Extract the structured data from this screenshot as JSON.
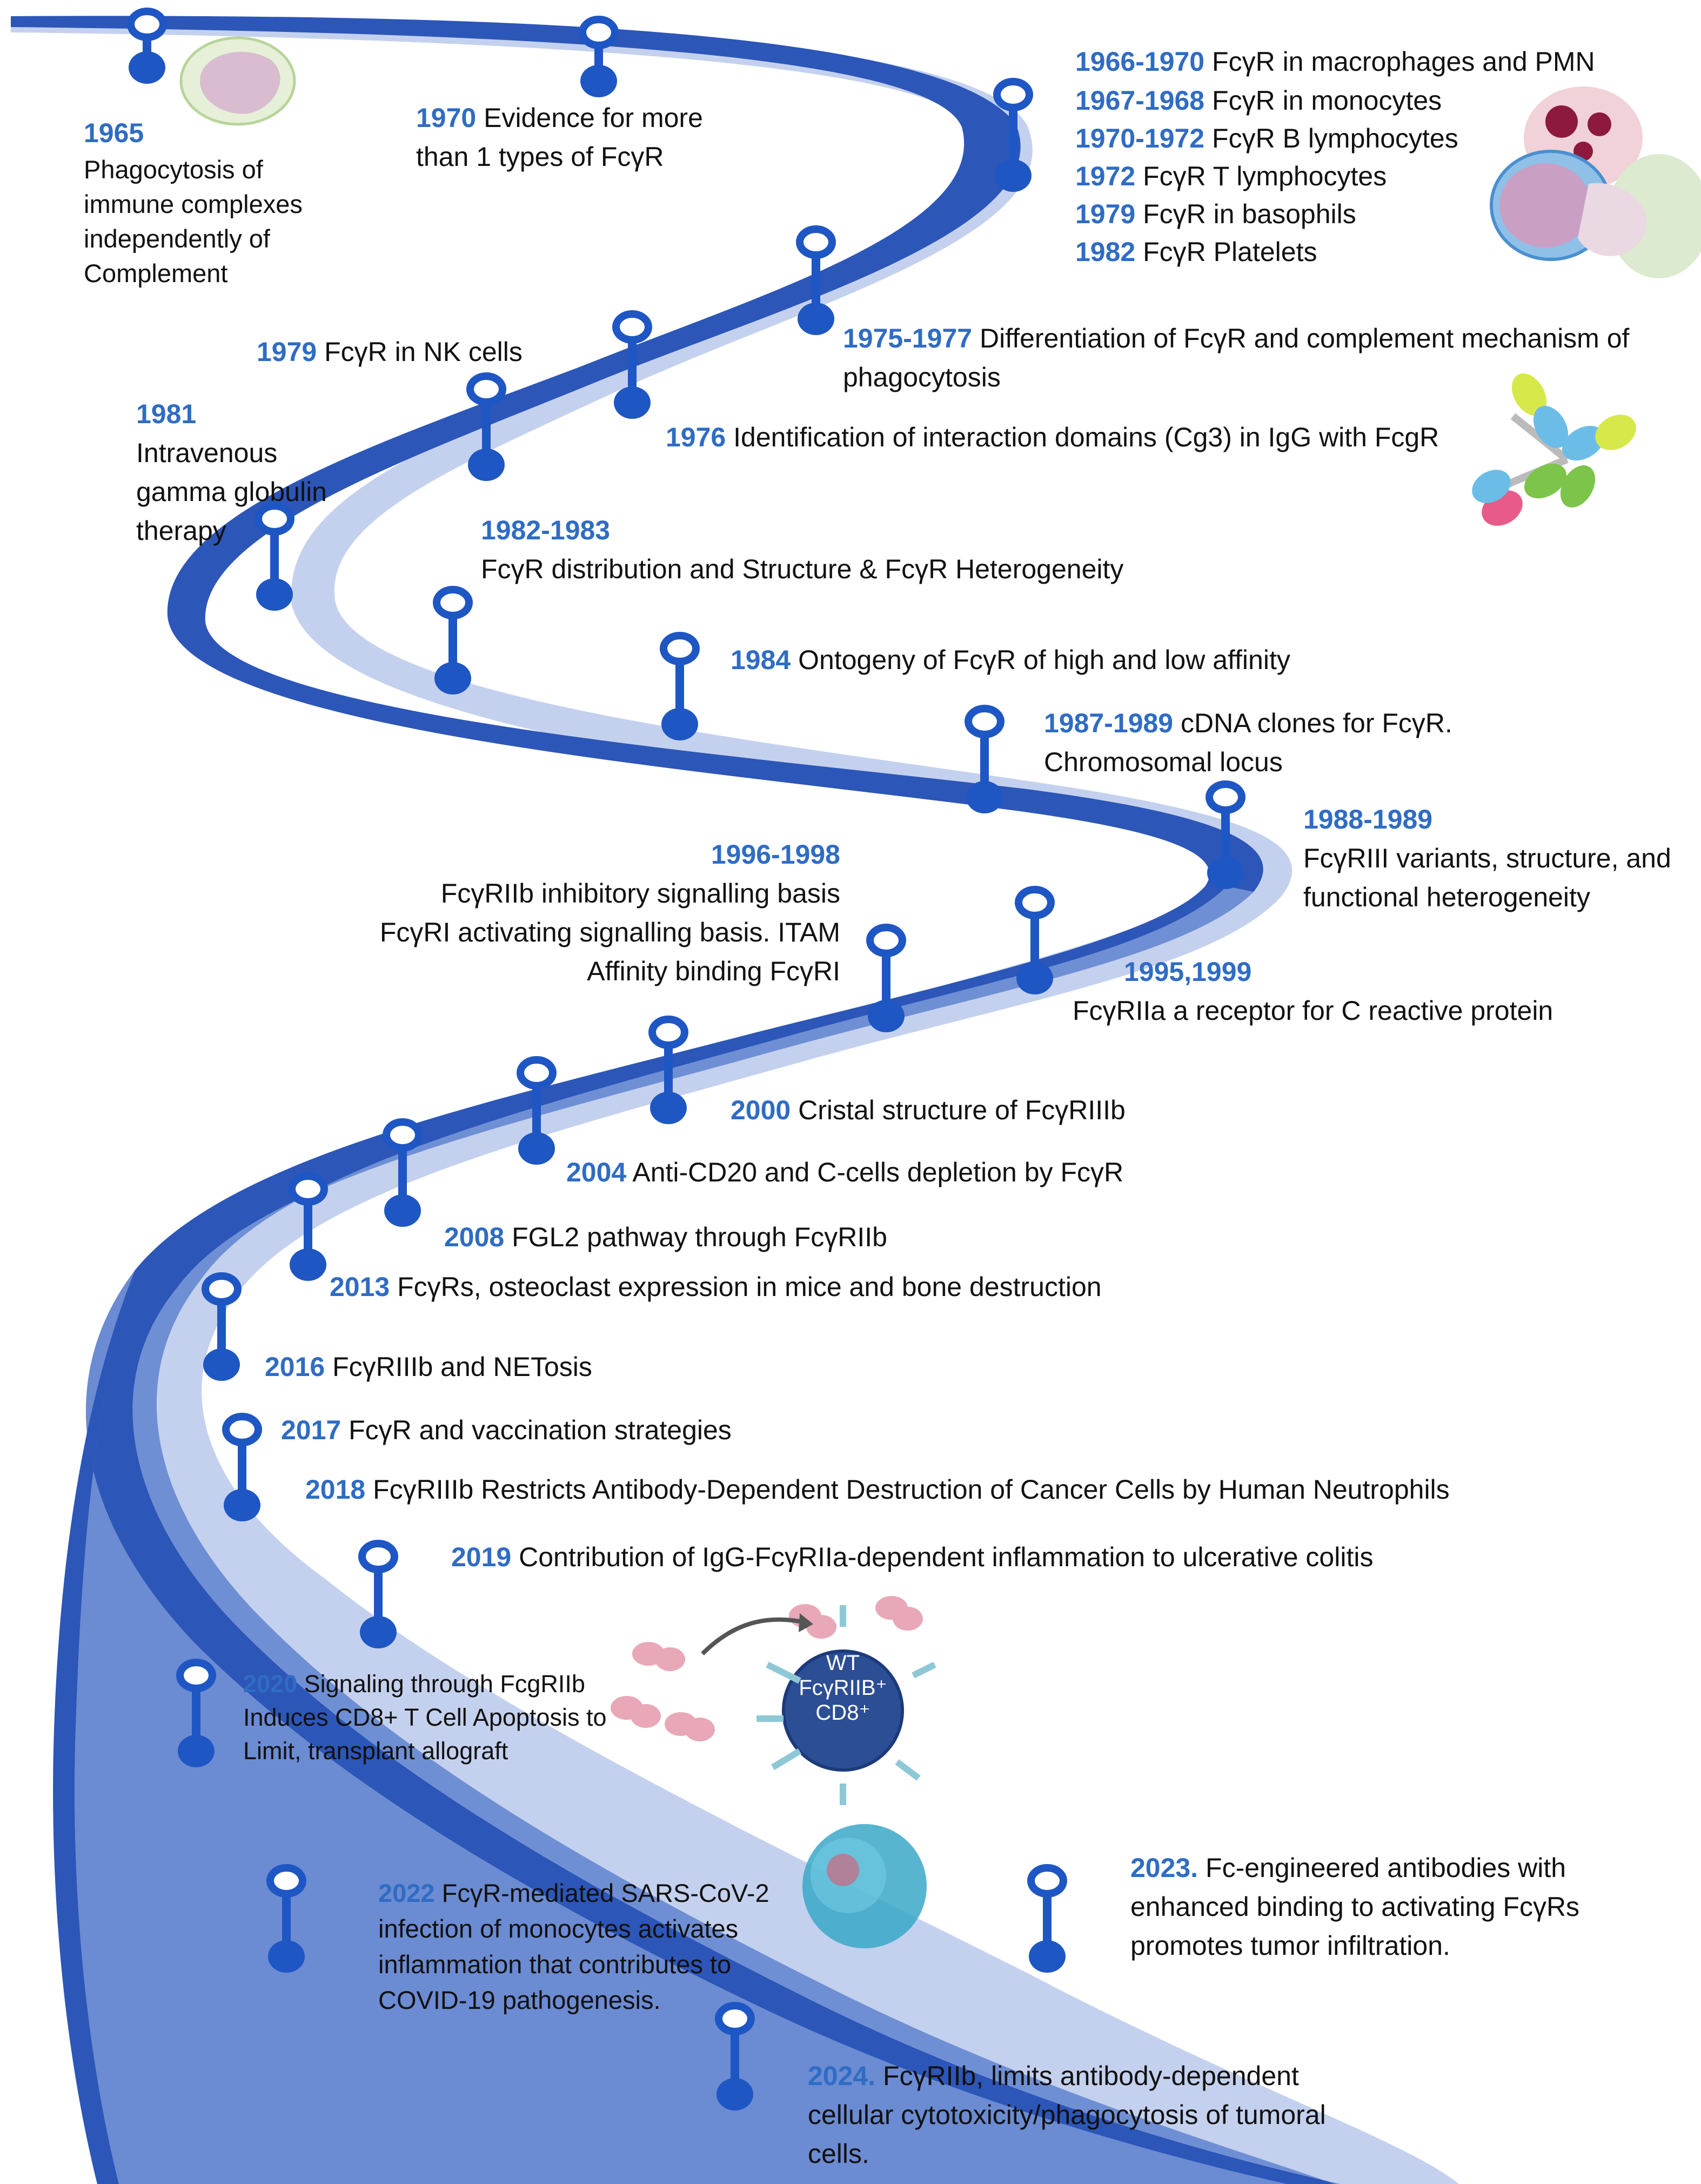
{
  "colors": {
    "road_dark": "#2c56b8",
    "road_mid": "#6f8fd4",
    "road_light": "#c4d1ee",
    "pin": "#1e56c4",
    "year": "#2f6cc4",
    "text": "#111111"
  },
  "events": [
    {
      "year": "1965",
      "text": "Phagocytosis of\nimmune complexes\nindependently of\nComplement"
    },
    {
      "year": "1970",
      "text": "Evidence for more\nthan 1 types of FcγR"
    },
    {
      "year": "1966-1970",
      "text": "FcγR in macrophages and PMN"
    },
    {
      "year": "1967-1968",
      "text": "FcγR in monocytes"
    },
    {
      "year": "1970-1972",
      "text": "FcγR B lymphocytes"
    },
    {
      "year": "1972",
      "text": "FcγR T lymphocytes"
    },
    {
      "year": "1979",
      "text": "FcγR in basophils"
    },
    {
      "year": "1982",
      "text": "FcγR Platelets"
    },
    {
      "year": "1975-1977",
      "text": "Differentiation of FcγR and complement mechanism of\nphagocytosis"
    },
    {
      "year": "1979",
      "text": "FcγR in NK cells"
    },
    {
      "year": "1976",
      "text": "Identification of interaction domains (Cg3) in IgG with FcgR"
    },
    {
      "year": "1981",
      "text": "Intravenous\ngamma globulin\ntherapy"
    },
    {
      "year": "1982-1983",
      "text": "FcγR distribution and Structure & FcγR Heterogeneity"
    },
    {
      "year": "1984",
      "text": "Ontogeny of FcγR of high and low affinity"
    },
    {
      "year": "1987-1989",
      "text": "cDNA clones for FcγR.\nChromosomal locus"
    },
    {
      "year": "1988-1989",
      "text": "FcγRIII variants, structure, and\nfunctional heterogeneity"
    },
    {
      "year": "1996-1998",
      "text": "FcγRIIb inhibitory signalling basis\nFcγRI activating signalling basis. ITAM\nAffinity binding FcγRI"
    },
    {
      "year": "1995,1999",
      "text": "FcγRIIa a receptor for C reactive protein"
    },
    {
      "year": "2000",
      "text": "Cristal structure of FcγRIIIb"
    },
    {
      "year": "2004",
      "text": "Anti-CD20 and C-cells depletion by FcγR"
    },
    {
      "year": "2008",
      "text": "FGL2 pathway through FcγRIIb"
    },
    {
      "year": "2013",
      "text": "FcγRs, osteoclast expression in mice and bone destruction"
    },
    {
      "year": "2016",
      "text": "FcγRIIIb and NETosis"
    },
    {
      "year": "2017",
      "text": "FcγR and vaccination strategies"
    },
    {
      "year": "2018",
      "text": "FcγRIIIb Restricts Antibody-Dependent Destruction of Cancer Cells by Human Neutrophils"
    },
    {
      "year": "2019",
      "text": "Contribution of IgG-FcγRIIa-dependent inflammation to ulcerative colitis"
    },
    {
      "year": "2020",
      "text": "Signaling through FcgRIIb\nInduces CD8+ T Cell Apoptosis to\nLimit, transplant allograft"
    },
    {
      "year": "2022",
      "text": "FcγR-mediated SARS-CoV-2\ninfection of monocytes activates\ninflammation that contributes to\nCOVID-19 pathogenesis."
    },
    {
      "year": "2023.",
      "text": "Fc-engineered antibodies with\nenhanced binding to activating FcγRs\npromotes tumor infiltration."
    },
    {
      "year": "2024.",
      "text": "FcγRIIb, limits antibody-dependent\ncellular cytotoxicity/phagocytosis of tumoral\ncells."
    }
  ],
  "cell_label": {
    "line1": "WT",
    "line2": "FcγRIIB⁺",
    "line3": "CD8⁺"
  }
}
